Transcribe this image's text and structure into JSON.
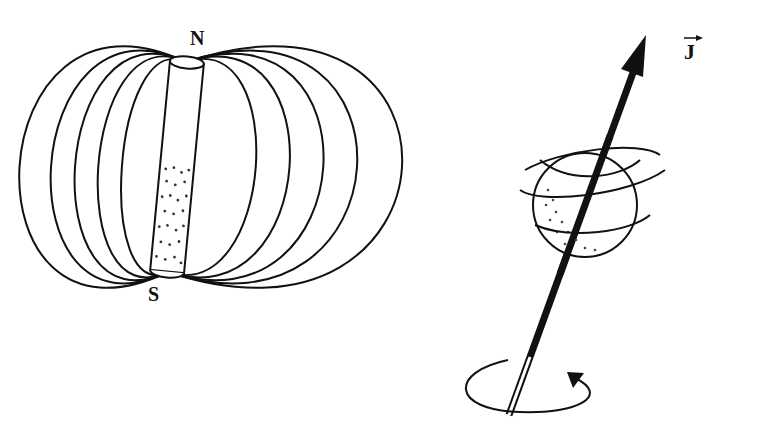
{
  "diagram": {
    "labels": [
      "N",
      "S",
      "J"
    ]
  }
}
